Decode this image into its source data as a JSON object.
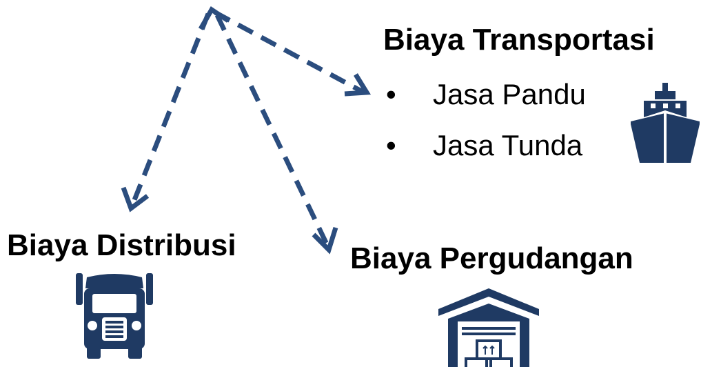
{
  "headings": {
    "transport": "Biaya Transportasi",
    "distribusi": "Biaya Distribusi",
    "pergudangan": "Biaya Pergudangan"
  },
  "transport_items": [
    {
      "bullet": "•",
      "label": "Jasa Pandu"
    },
    {
      "bullet": "•",
      "label": "Jasa Tunda"
    }
  ],
  "icons": {
    "transport": "ship-icon",
    "distribusi": "truck-icon",
    "pergudangan": "warehouse-icon"
  },
  "colors": {
    "arrow": "#2b4d7e",
    "icon": "#1f3a63",
    "text": "#000000"
  }
}
